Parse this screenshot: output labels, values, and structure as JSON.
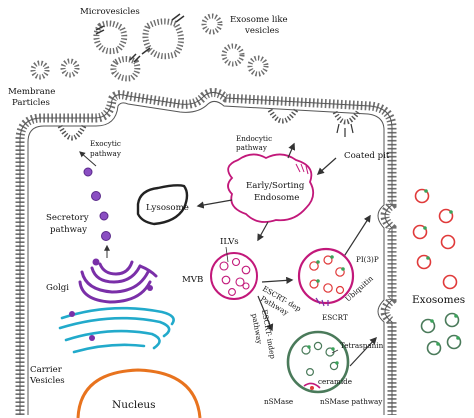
{
  "labels": {
    "microvesicles": "Microvesicles",
    "exosome_like_l1": "Exosome like",
    "exosome_like_l2": "vesicles",
    "membrane_l1": "Membrane",
    "membrane_l2": "Particles",
    "exocytic_l1": "Exocytic",
    "exocytic_l2": "pathway",
    "endocytic_l1": "Endocytic",
    "endocytic_l2": "pathway",
    "coated_pit": "Coated pit",
    "secretory_l1": "Secretory",
    "secretory_l2": "pathway",
    "lysosome": "Lysosome",
    "early_l1": "Early/Sorting",
    "early_l2": "Endosome",
    "ilvs": "ILVs",
    "mvb": "MVB",
    "golgi": "Golgi",
    "escrt_dep_l1": "ESCRT- dep",
    "escrt_dep_l2": "Pathway",
    "escrt_indep_l1": "ESCRT- indep",
    "escrt_indep_l2": "pathway",
    "pi3p": "PI(3)P",
    "ubiquitin": "Ubiquitin",
    "escrt": "ESCRT",
    "exosomes": "Exosomes",
    "carrier_l1": "Carrier",
    "carrier_l2": "Vesicles",
    "nucleus": "Nucleus",
    "ceramide": "ceramide",
    "tetraspanin": "Tetraspanin",
    "nsmase": "nSMase",
    "nsmase_pathway": "nSMase pathway"
  },
  "colors": {
    "membrane": "#6e6e6e",
    "golgi": "#7a2fa8",
    "er": "#22aacb",
    "nucleus": "#e8731e",
    "endosome": "#c2187a",
    "mvb": "#c2187a",
    "exosome": "#e03a3a",
    "lysosome": "#222222",
    "nsmase_body": "#4a7a5a",
    "tetraspanin": "#3aa35a"
  }
}
